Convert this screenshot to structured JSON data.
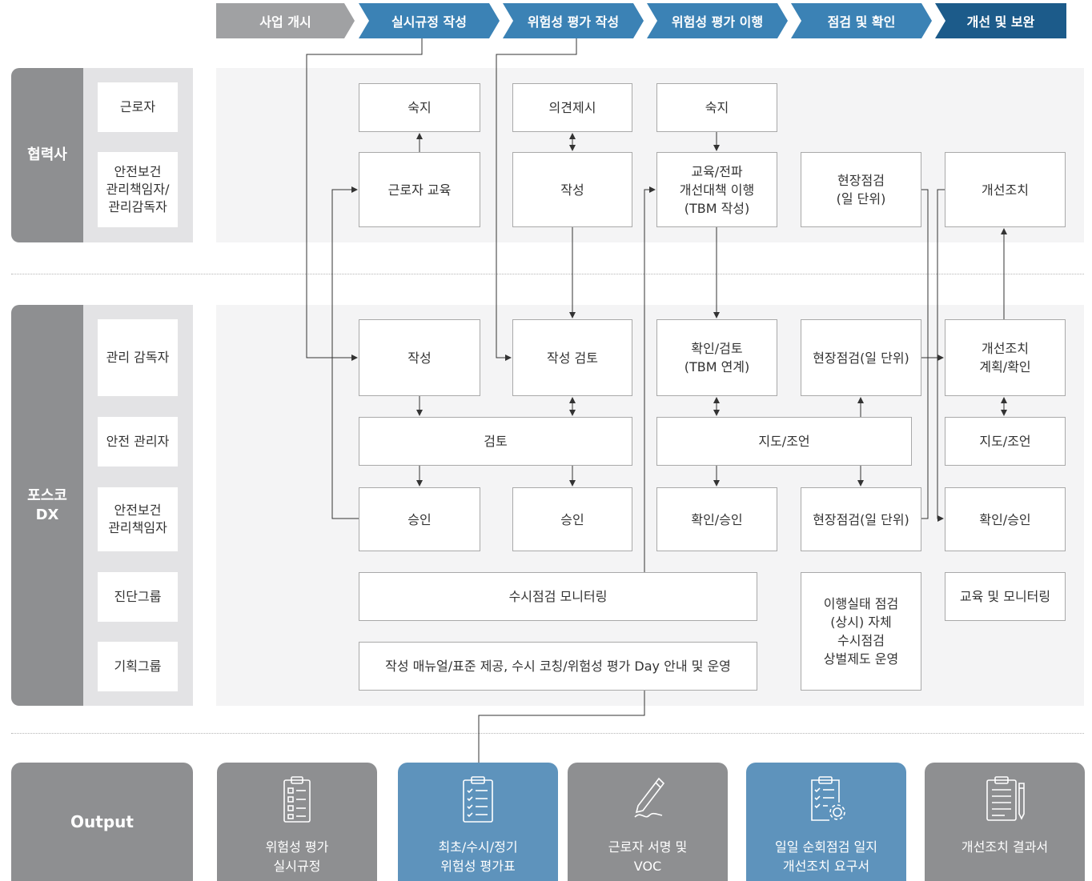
{
  "steps": [
    {
      "label": "사업 개시",
      "color": "#a0a1a3"
    },
    {
      "label": "실시규정 작성",
      "color": "#3b82b5"
    },
    {
      "label": "위험성 평가 작성",
      "color": "#3b82b5"
    },
    {
      "label": "위험성 평가 이행",
      "color": "#3b82b5"
    },
    {
      "label": "점검 및 확인",
      "color": "#3b82b5"
    },
    {
      "label": "개선 및 보완",
      "color": "#1c5b8a"
    }
  ],
  "partner": {
    "group": "협력사",
    "roles": [
      "근로자",
      "안전보건\n관리책임자/\n관리감독자"
    ],
    "boxes": {
      "awareness1": "숙지",
      "opinion": "의견제시",
      "awareness2": "숙지",
      "worker_education": "근로자 교육",
      "write": "작성",
      "education_spread": "교육/전파\n개선대책 이행\n(TBM 작성)",
      "site_check_daily": "현장점검\n(일 단위)",
      "improvement": "개선조치"
    }
  },
  "posco": {
    "group": "포스코\nDX",
    "roles": [
      "관리 감독자",
      "안전 관리자",
      "안전보건\n관리책임자",
      "진단그룹",
      "기획그룹"
    ],
    "boxes": {
      "write": "작성",
      "write_review": "작성 검토",
      "confirm_review": "확인/검토\n(TBM 연계)",
      "site_check1": "현장점검(일 단위)",
      "improvement_plan": "개선조치\n계획/확인",
      "review": "검토",
      "guidance1": "지도/조언",
      "guidance2": "지도/조언",
      "approve1": "승인",
      "approve2": "승인",
      "confirm_approve1": "확인/승인",
      "site_check2": "현장점검(일 단위)",
      "confirm_approve2": "확인/승인",
      "monitoring": "수시점검 모니터링",
      "implementation_check": "이행실태 점검\n(상시) 자체\n수시점검\n상벌제도 운영",
      "edu_monitoring": "교육 및 모니터링",
      "manual": "작성 매뉴얼/표준 제공, 수시 코칭/위험성 평가 Day 안내 및 운영"
    }
  },
  "output": {
    "label": "Output",
    "cards": [
      {
        "label": "위험성 평가\n실시규정",
        "icon": "clipboard-list-icon",
        "color": "#8e8f91"
      },
      {
        "label": "최초/수시/정기\n위험성 평가표",
        "icon": "clipboard-checklist-icon",
        "color": "#5e93bc"
      },
      {
        "label": "근로자 서명 및\nVOC",
        "icon": "pen-signature-icon",
        "color": "#8e8f91"
      },
      {
        "label": "일일 순회점검 일지\n개선조치 요구서",
        "icon": "clipboard-gear-icon",
        "color": "#5e93bc"
      },
      {
        "label": "개선조치 결과서",
        "icon": "document-pen-icon",
        "color": "#8e8f91"
      }
    ]
  },
  "colors": {
    "band": "#f4f4f5",
    "group": "#8e8f91",
    "line": "#333333"
  }
}
